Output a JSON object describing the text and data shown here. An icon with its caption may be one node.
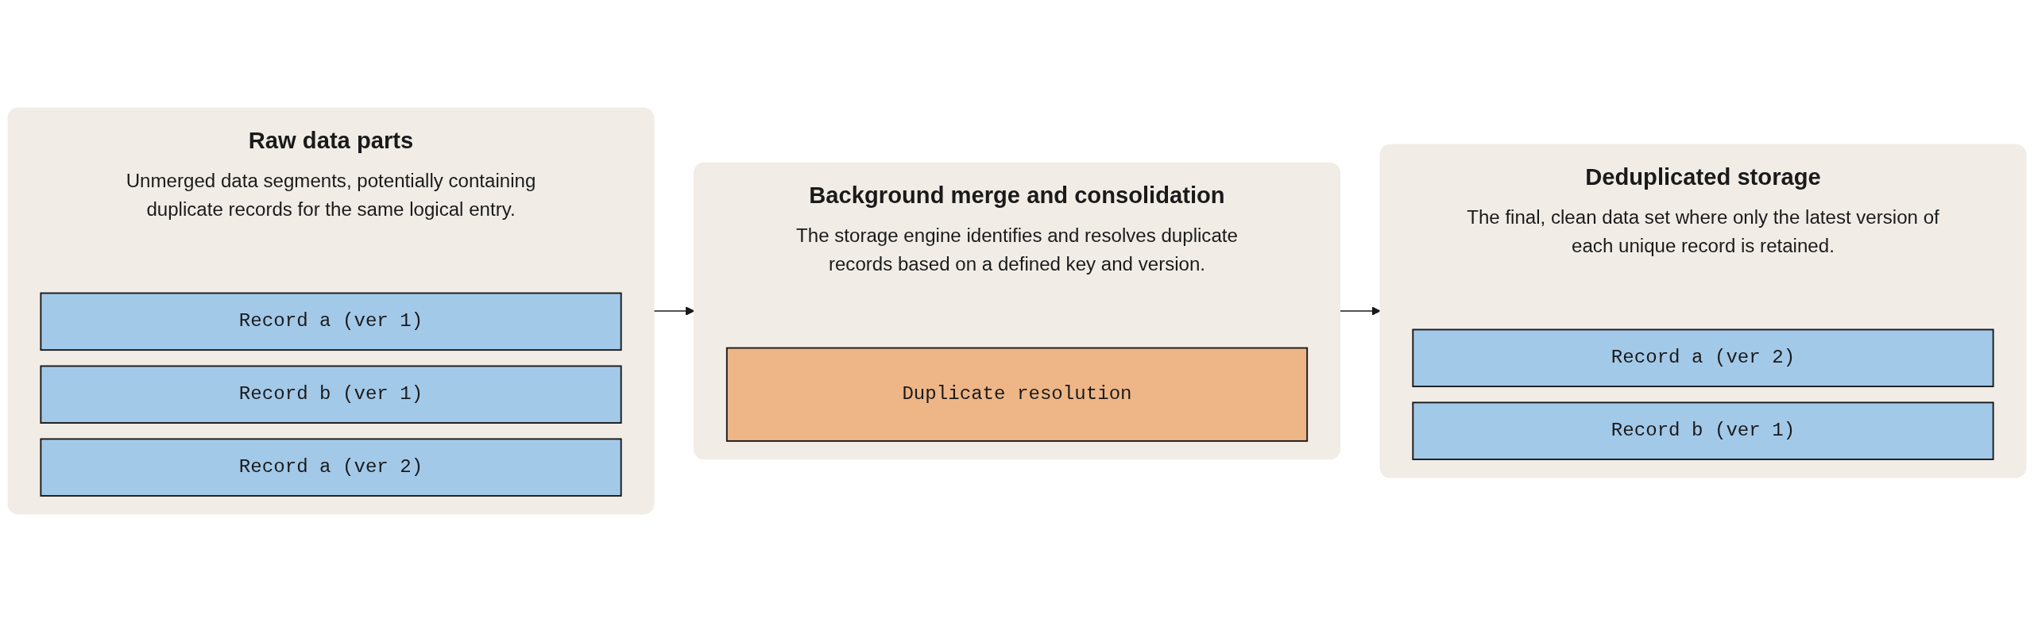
{
  "diagram": {
    "nodes": [
      {
        "text": [
          "Raw data parts",
          "Unmerged data segments, potentially containing duplicate records for the same logical entry."
        ]
      },
      {
        "text": [
          "Record a (ver 1)"
        ],
        "in": 0
      },
      {
        "text": [
          "Record b (ver 1)"
        ],
        "in": 0
      },
      {
        "text": [
          "Record a (ver 2)"
        ],
        "in": 0
      },
      {
        "text": [
          "Background merge and consolidation",
          "The storage engine identifies and resolves duplicate records based on a defined key and version."
        ]
      },
      {
        "text": [
          "Duplicate resolution"
        ],
        "in": 4
      },
      {
        "text": [
          "Deduplicated storage",
          "The final, clean data set where only the latest version of each unique record is retained."
        ]
      },
      {
        "text": [
          "Record a (ver 2)"
        ],
        "in": 6
      },
      {
        "text": [
          "Record b (ver 1)"
        ],
        "in": 6
      }
    ],
    "edges": [
      {
        "from": 0,
        "to": 4,
        "arrow": "to"
      },
      {
        "from": 4,
        "to": 6,
        "arrow": "to"
      }
    ]
  }
}
